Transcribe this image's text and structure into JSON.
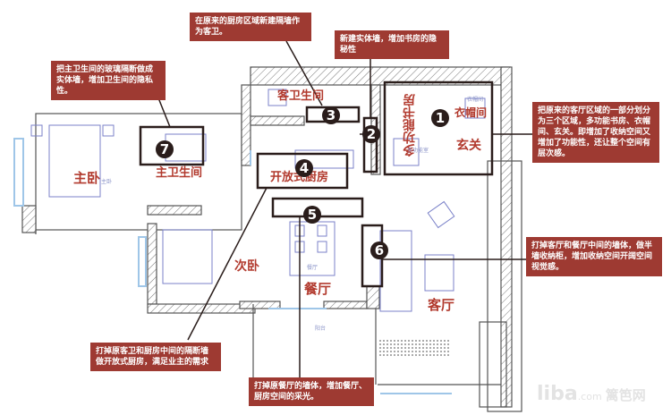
{
  "title": "户型改造平面图",
  "rooms": {
    "master_bedroom": "主卧",
    "master_bath": "主卫生间",
    "guest_bath": "客卫生间",
    "open_kitchen": "开放式厨房",
    "second_bedroom": "次卧",
    "dining": "餐厅",
    "living": "客厅",
    "study": "多功能书房",
    "cloakroom": "衣帽间",
    "foyer": "玄关",
    "balcony_small": "阳台",
    "dining_small": "餐厅",
    "master_small": "主卧",
    "cloak_small": "衣帽间",
    "study_small": "多功能室"
  },
  "markers": [
    "1",
    "2",
    "3",
    "4",
    "5",
    "6",
    "7"
  ],
  "notes": {
    "n3": "在原来的厨房区域新建隔墙作为客卫。",
    "n2": "新建实体墙，增加书房的隐秘性",
    "n7": "把主卫生间的玻璃隔断做成实体墙，增加卫生间的隐私性。",
    "n1": "把原来的客厅区域的一部分划分为三个区域，多功能书房、衣帽间、玄关。即增加了收纳空间又增加了功能性，还让整个空间有层次感。",
    "n6": "打掉客厅和餐厅中间的墙体，做半墙收纳柜，增加收纳空间开阔空间视觉感。",
    "n4": "打掉原客卫和厨房中间的隔断墙做开放式厨房，满足业主的需求",
    "n5": "打掉原餐厅的墙体，增加餐厅、厨房空间的采光。"
  },
  "watermark": {
    "brand": "liba",
    "tld": ".com",
    "cn": "篱笆网"
  },
  "colors": {
    "note_bg": "#9e3a32",
    "room_label": "#b23a2e",
    "wall": "#555555",
    "furniture": "#7b82c9",
    "window": "#9fc6e8",
    "marker": "#2a1d1b"
  }
}
